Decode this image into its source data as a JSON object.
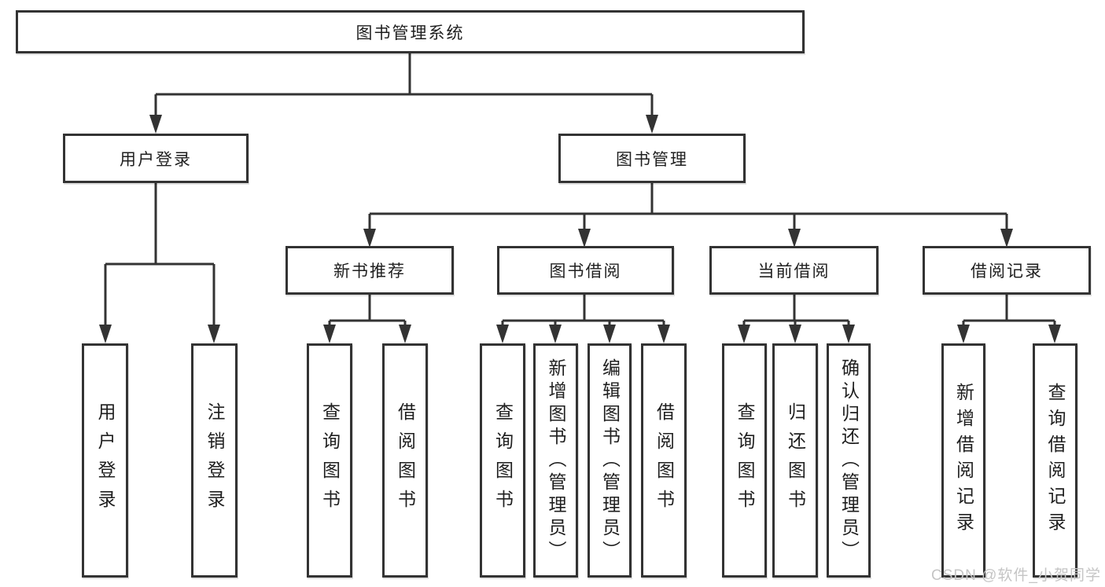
{
  "diagram": {
    "root": {
      "label": "图书管理系统"
    },
    "level1": {
      "user_login": {
        "label": "用户登录"
      },
      "book_mgmt": {
        "label": "图书管理"
      }
    },
    "level2": {
      "new_book_rec": {
        "label": "新书推荐"
      },
      "book_borrow": {
        "label": "图书借阅"
      },
      "current_borrow": {
        "label": "当前借阅"
      },
      "borrow_record": {
        "label": "借阅记录"
      }
    },
    "leaves": {
      "login_user_login": {
        "label": "用户登录"
      },
      "login_logout": {
        "label": "注销登录"
      },
      "rec_query_book": {
        "label": "查询图书"
      },
      "rec_borrow_book": {
        "label": "借阅图书"
      },
      "bor_query_book": {
        "label": "查询图书"
      },
      "bor_add_book": {
        "label": "新增图书（管理员）"
      },
      "bor_edit_book": {
        "label": "编辑图书（管理员）"
      },
      "bor_borrow_book": {
        "label": "借阅图书"
      },
      "cur_query_book": {
        "label": "查询图书"
      },
      "cur_return_book": {
        "label": "归还图书"
      },
      "cur_confirm_return": {
        "label": "确认归还（管理员）"
      },
      "log_add_record": {
        "label": "新增借阅记录"
      },
      "log_query_record": {
        "label": "查询借阅记录"
      }
    },
    "watermark": "CSDN @软件_小贺同学",
    "colors": {
      "line": "#333333",
      "box_background": "#ffffff",
      "text": "#1f1f1f",
      "watermark": "#c5c5c5"
    }
  }
}
